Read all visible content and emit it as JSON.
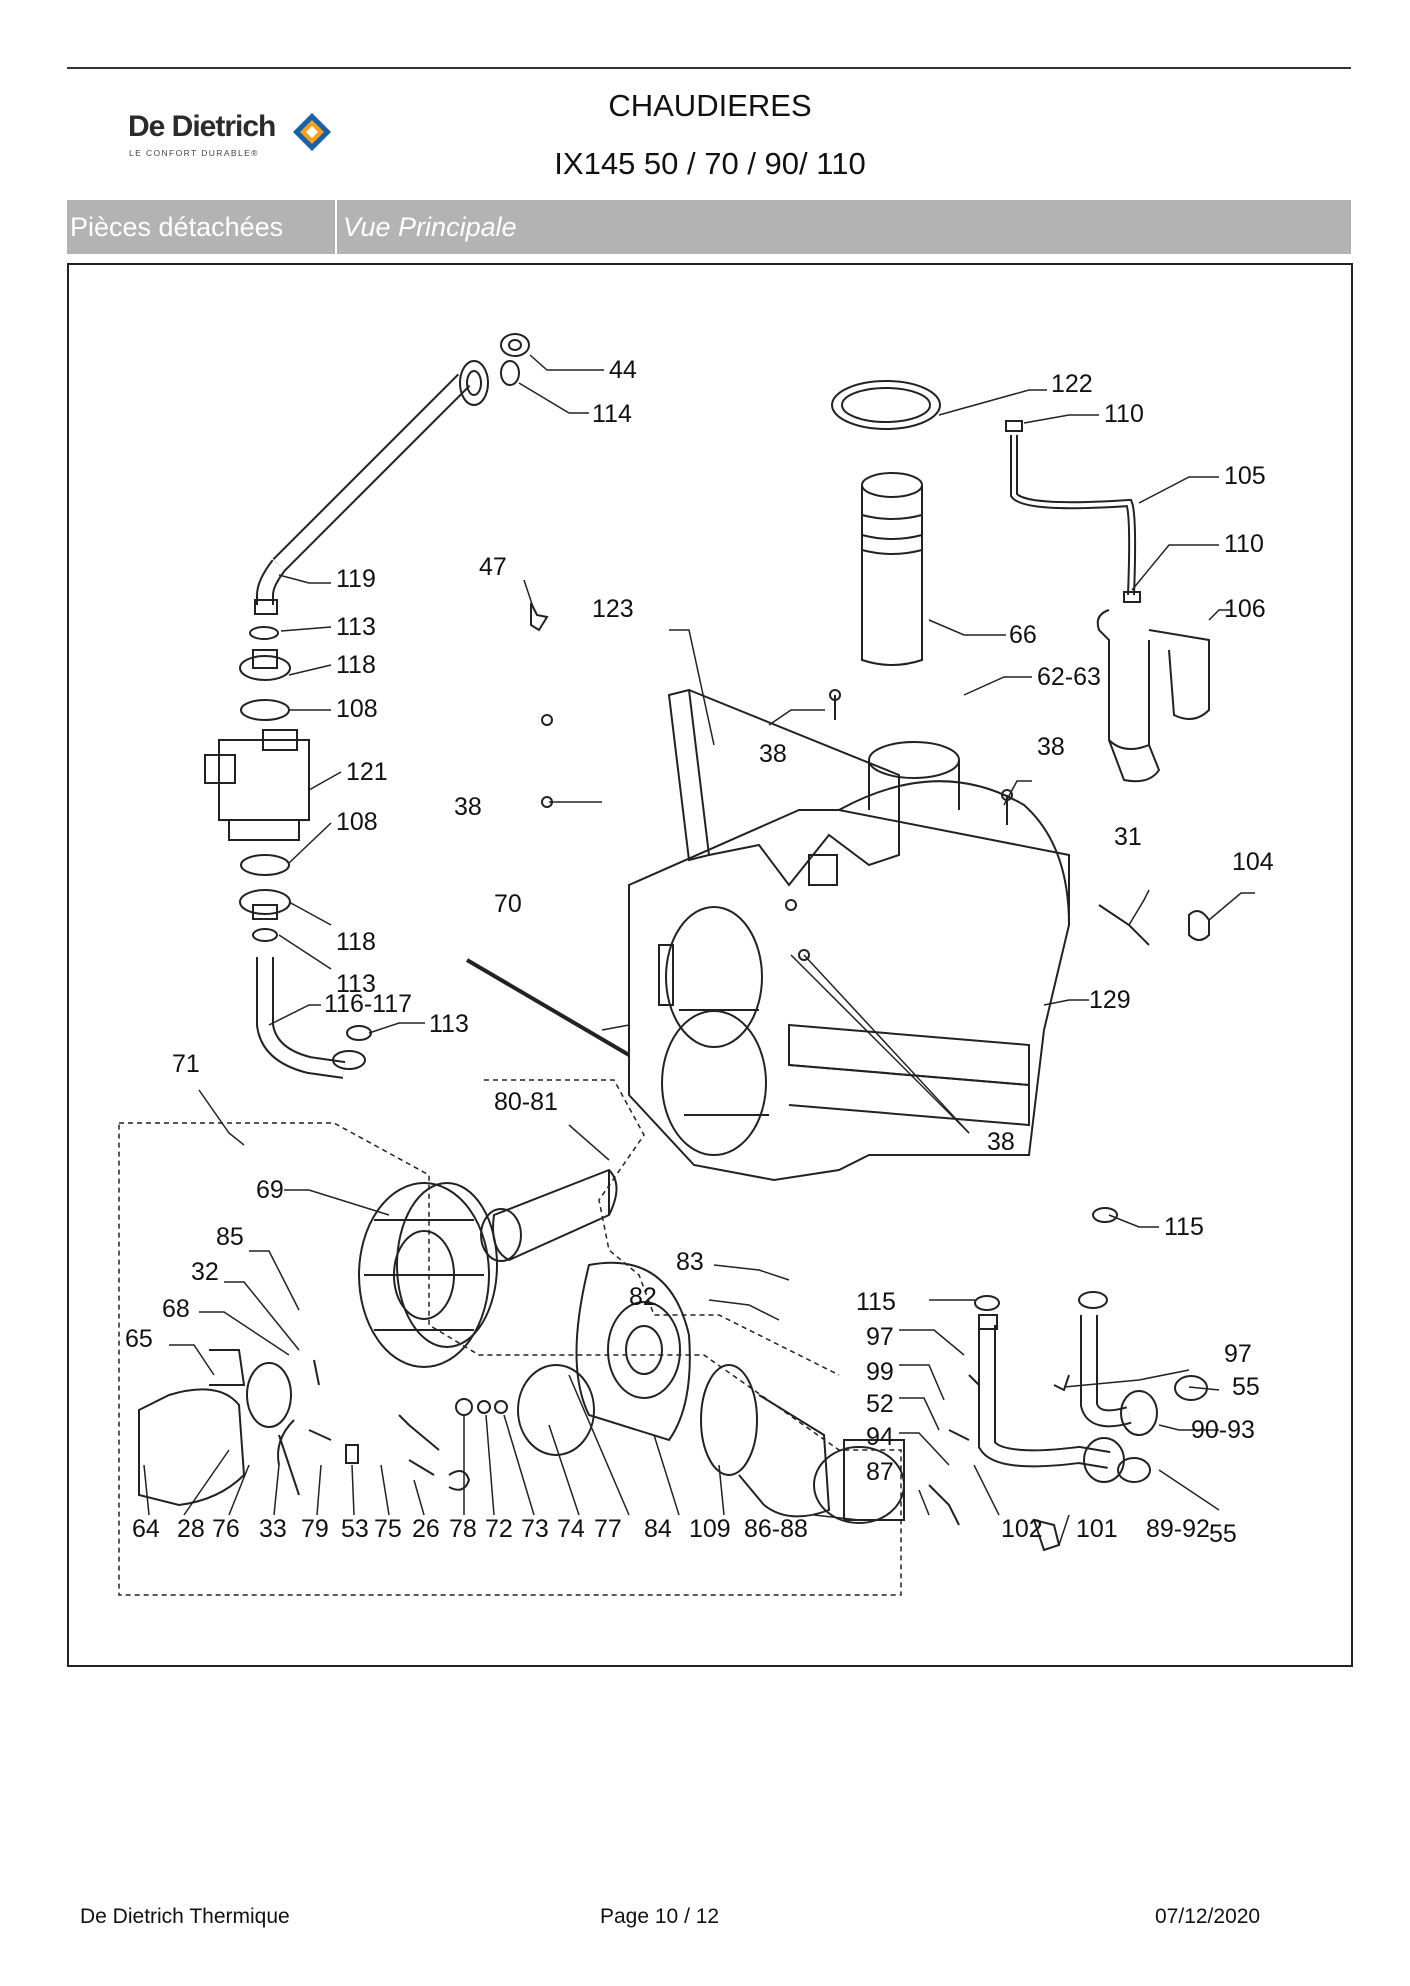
{
  "header": {
    "brand": "De Dietrich",
    "tagline": "LE CONFORT DURABLE®",
    "title": "CHAUDIERES",
    "model": "IX145 50 / 70 / 90/ 110"
  },
  "band": {
    "section": "Pièces détachées",
    "view": "Vue Principale"
  },
  "diagram": {
    "callouts": [
      "44",
      "114",
      "122",
      "110",
      "105",
      "110",
      "106",
      "119",
      "113",
      "118",
      "108",
      "121",
      "108",
      "118",
      "113",
      "116-117",
      "113",
      "71",
      "47",
      "123",
      "66",
      "62-63",
      "38",
      "38",
      "38",
      "70",
      "31",
      "104",
      "129",
      "38",
      "80-81",
      "69",
      "85",
      "32",
      "68",
      "65",
      "83",
      "82",
      "115",
      "115",
      "97",
      "97",
      "99",
      "55",
      "52",
      "90-93",
      "94",
      "87",
      "55",
      "64",
      "28",
      "76",
      "33",
      "79",
      "53",
      "75",
      "26",
      "78",
      "72",
      "73",
      "74",
      "77",
      "84",
      "109",
      "86-88",
      "102",
      "101",
      "89-92"
    ]
  },
  "footer": {
    "company": "De Dietrich Thermique",
    "page": "Page 10  /  12",
    "date": "07/12/2020"
  }
}
